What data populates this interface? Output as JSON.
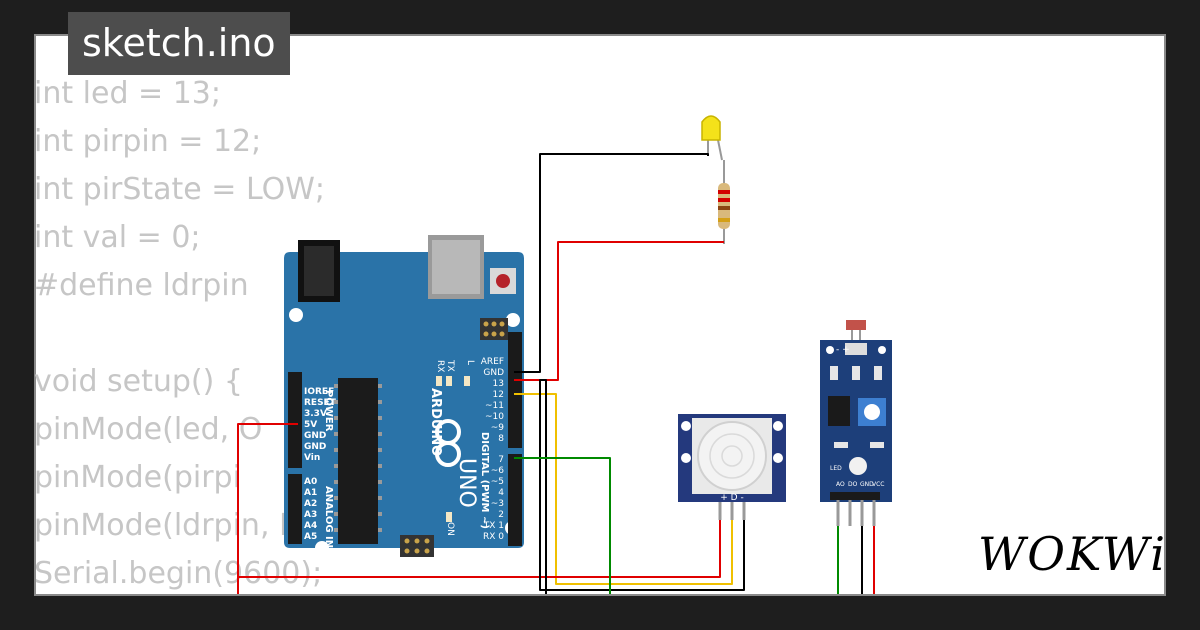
{
  "file": {
    "name": "sketch.ino"
  },
  "code_lines": [
    "int led = 13;",
    "int pirpin = 12;",
    "int pirState = LOW;",
    "int val = 0;",
    "#define ldrpin",
    "",
    "void setup() {",
    "pinMode(led, O",
    "pinMode(pirpi",
    "pinMode(ldrpin, INPUT);",
    "Serial.begin(9600);"
  ],
  "board": {
    "brand": "ARDUINO",
    "model": "UNO",
    "power_pins": [
      "IOREF",
      "RESET",
      "3.3V",
      "5V",
      "GND",
      "GND",
      "Vin"
    ],
    "power_label": "POWER",
    "analog_pins": [
      "A0",
      "A1",
      "A2",
      "A3",
      "A4",
      "A5"
    ],
    "analog_label": "ANALOG IN",
    "digital_pins": [
      "AREF",
      "GND",
      "13",
      "12",
      "~11",
      "~10",
      "~9",
      "8",
      "7",
      "~6",
      "~5",
      "4",
      "~3",
      "2",
      "TX 1",
      "RX 0"
    ],
    "digital_label": "DIGITAL (PWM ~)",
    "tx": "TX",
    "rx": "RX",
    "l": "L",
    "on": "ON"
  },
  "pir": {
    "pins": "+ D -"
  },
  "ldr": {
    "top_pins": "- +",
    "leds": "LED",
    "pins": [
      "AO",
      "DO",
      "GND",
      "VCC"
    ]
  },
  "brand": {
    "logo": "WOKWi"
  },
  "colors": {
    "board": "#1f6fa6",
    "wire_red": "#e00000",
    "wire_yellow": "#f0c000",
    "wire_green": "#008a00",
    "wire_black": "#000000"
  }
}
